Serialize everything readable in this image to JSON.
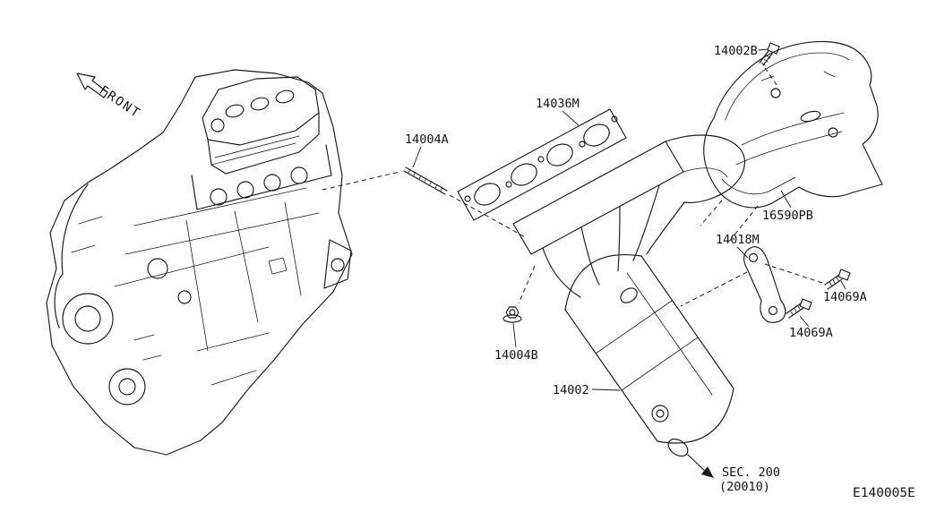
{
  "orientation": {
    "front_label": "FRONT"
  },
  "callouts": {
    "shield_bolt": "14002B",
    "gasket": "14036M",
    "stud": "14004A",
    "heat_shield": "16590PB",
    "bracket": "14018M",
    "bracket_bolt_upper": "14069A",
    "bracket_bolt_lower": "14069A",
    "nut": "14004B",
    "manifold_assembly": "14002",
    "section_ref": {
      "line1": "SEC. 200",
      "line2": "(20010)"
    }
  },
  "footer": {
    "drawing_code": "E140005E"
  },
  "colors": {
    "line_color": "#1a1a1a",
    "background": "#ffffff"
  }
}
